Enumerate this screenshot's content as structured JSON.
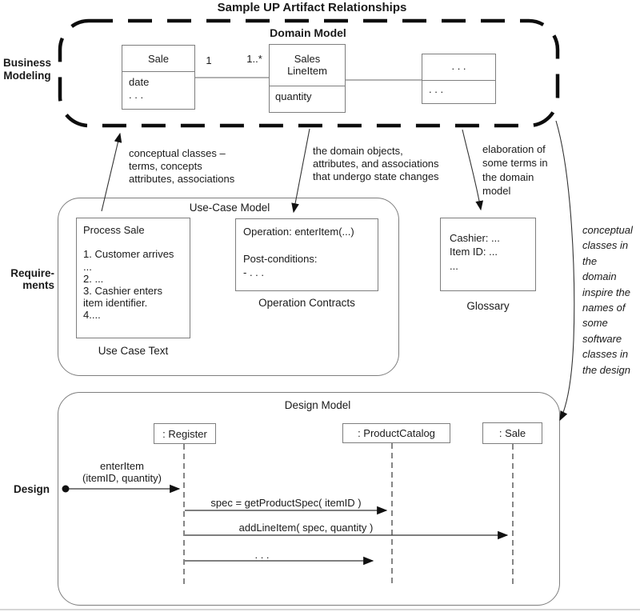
{
  "title": "Sample UP Artifact Relationships",
  "side_labels": {
    "business_modeling": "Business\nModeling",
    "requirements": "Require-\nments",
    "design": "Design"
  },
  "domain_model": {
    "title": "Domain Model",
    "classes": [
      {
        "name": "Sale",
        "attributes": "date\n. . ."
      },
      {
        "name": "Sales\nLineItem",
        "attributes": "quantity"
      },
      {
        "name": ". . .",
        "attributes": ". . ."
      }
    ],
    "association": {
      "mult_left": "1",
      "mult_right": "1..*"
    }
  },
  "annotations": {
    "conceptual": "conceptual classes –\nterms, concepts\nattributes, associations",
    "domain_objects": "the domain objects,\nattributes, and associations\nthat undergo state changes",
    "elaboration": "elaboration of\nsome terms in\nthe domain\nmodel",
    "inspire": "conceptual\nclasses in\nthe\ndomain\ninspire the\nnames of\nsome\nsoftware\nclasses in\nthe design"
  },
  "use_case_model": {
    "title": "Use-Case Model",
    "use_case_text": {
      "content": "Process Sale\n\n1. Customer arrives\n...\n2. ...\n3. Cashier enters\nitem identifier.\n4....",
      "caption": "Use Case Text"
    },
    "operation_contracts": {
      "content": "Operation: enterItem(...)\n\nPost-conditions:\n- . . .",
      "caption": "Operation Contracts"
    },
    "glossary": {
      "content": "Cashier: ...\nItem ID: ...\n...",
      "caption": "Glossary"
    }
  },
  "design_model": {
    "title": "Design Model",
    "lifelines": [
      ": Register",
      ": ProductCatalog",
      ": Sale"
    ],
    "messages": [
      {
        "label": "enterItem\n(itemID, quantity)"
      },
      {
        "label": "spec = getProductSpec( itemID )"
      },
      {
        "label": "addLineItem( spec, quantity )"
      },
      {
        "label": ". . ."
      }
    ]
  },
  "colors": {
    "ink": "#1a1a1a",
    "box_border": "#7e7e7e",
    "dashed_frame": "#0d0d0d",
    "arrow": "#333333"
  }
}
